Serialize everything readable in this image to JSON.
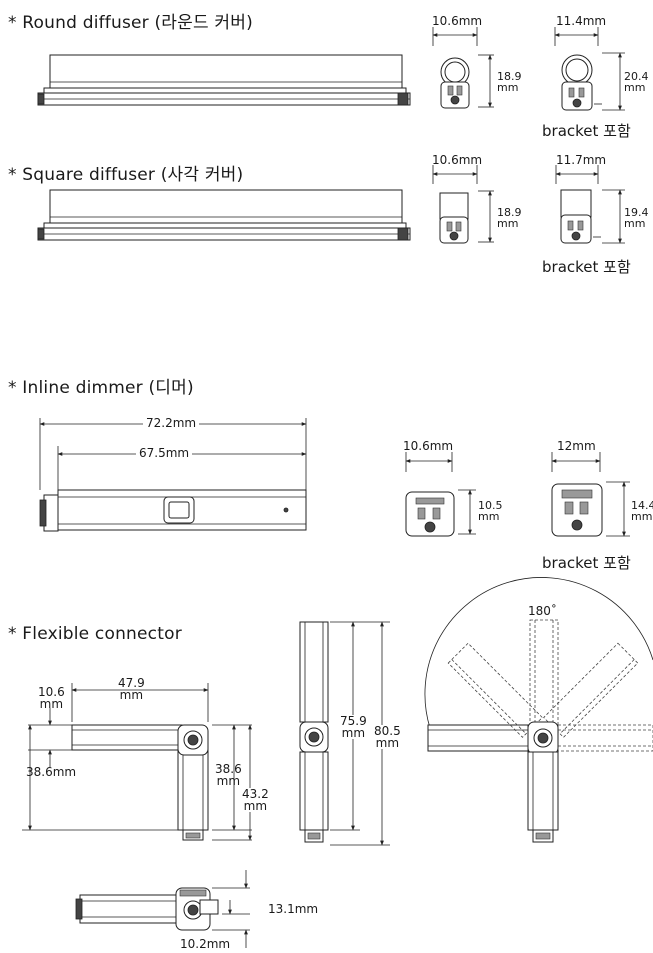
{
  "sections": {
    "round": {
      "title": "* Round diffuser (라운드 커버)",
      "w1": "10.6mm",
      "h1": "18.9\nmm",
      "w2": "11.4mm",
      "h2": "20.4\nmm",
      "note": "bracket 포함"
    },
    "square": {
      "title": "* Square diffuser (사각 커버)",
      "w1": "10.6mm",
      "h1": "18.9\nmm",
      "w2": "11.7mm",
      "h2": "19.4\nmm",
      "note": "bracket 포함"
    },
    "dimmer": {
      "title": "* Inline dimmer (디머)",
      "len1": "72.2mm",
      "len2": "67.5mm",
      "w1": "10.6mm",
      "h1": "10.5\nmm",
      "w2": "12mm",
      "h2": "14.4\nmm",
      "note": "bracket 포함"
    },
    "flex": {
      "title": "* Flexible connector",
      "d_small": "10.6\nmm",
      "d_width": "47.9\nmm",
      "d_left": "38.6mm",
      "d_mid": "38.6\nmm",
      "d_right": "43.2\nmm",
      "d_len1": "75.9\nmm",
      "d_len2": "80.5\nmm",
      "angle": "180˚",
      "d_h": "13.1mm",
      "d_w": "10.2mm"
    }
  }
}
